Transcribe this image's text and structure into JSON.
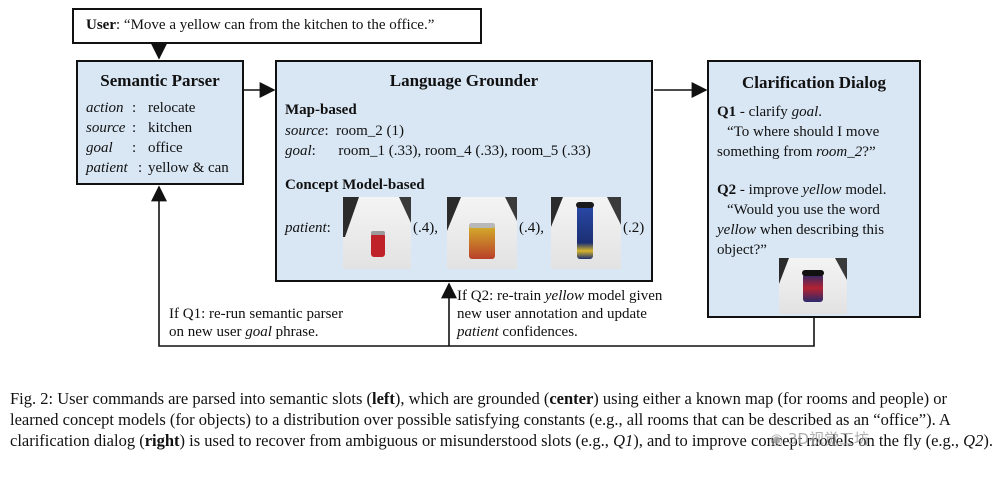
{
  "user": {
    "label": "User",
    "command": ": “Move a yellow can from the kitchen to the office.”"
  },
  "parser": {
    "title": "Semantic Parser",
    "slots": [
      {
        "key": "action",
        "sep": ":",
        "value": "relocate"
      },
      {
        "key": "source",
        "sep": ":",
        "value": "kitchen"
      },
      {
        "key": "goal",
        "sep": ":",
        "value": "office"
      },
      {
        "key": "patient",
        "sep": ":",
        "value": "yellow & can"
      }
    ]
  },
  "grounder": {
    "title": "Language Grounder",
    "map_title": "Map-based",
    "source_key": "source",
    "source_value": "room_2 (1)",
    "goal_key": "goal",
    "goal_value": "room_1 (.33), room_4 (.33), room_5 (.33)",
    "concept_title": "Concept Model-based",
    "patient_key": "patient",
    "conf_1": "(.4),",
    "conf_2": "(.4),",
    "conf_3": "(.2)"
  },
  "dialog": {
    "title": "Clarification Dialog",
    "q1_label": "Q1",
    "q1_text": " - clarify ",
    "q1_goal": "goal",
    "q1_line1": "“To where should I move",
    "q1_line2a": "something from ",
    "q1_line2b": "room_2",
    "q1_line2c": "?”",
    "q2_label": "Q2",
    "q2_text": " - improve ",
    "q2_yellow": "yellow",
    "q2_model": " model.",
    "q2_line1": "“Would you use the word",
    "q2_line2a": "yellow",
    "q2_line2b": " when describing this",
    "q2_line3": "object?”"
  },
  "feedback": {
    "q1_line1": "If Q1: re-run semantic parser",
    "q1_line2a": "on new user ",
    "q1_line2b": "goal",
    "q1_line2c": " phrase.",
    "q2_line1a": "If Q2: re-train ",
    "q2_line1b": "yellow",
    "q2_line1c": " model given",
    "q2_line2": "new user annotation and update",
    "q2_line3a": "patient",
    "q2_line3b": " confidences."
  },
  "caption": {
    "p1": "Fig. 2: User commands are parsed into semantic slots (",
    "b1": "left",
    "p2": "), which are grounded (",
    "b2": "center",
    "p3": ") using either a known map (for rooms and people) or learned concept models (for objects) to a distribution over possible satisfying constants (e.g., all rooms that can be described as an “office”). A clarification dialog (",
    "b3": "right",
    "p4": ") is used to recover from ambiguous or misunderstood slots (e.g., ",
    "i1": "Q1",
    "p5": "), and to improve concept models on the fly (e.g., ",
    "i2": "Q2",
    "p6": ")."
  },
  "watermark": "3D视觉工坊",
  "colors": {
    "box_fill": "#d9e7f5",
    "line": "#111111"
  }
}
